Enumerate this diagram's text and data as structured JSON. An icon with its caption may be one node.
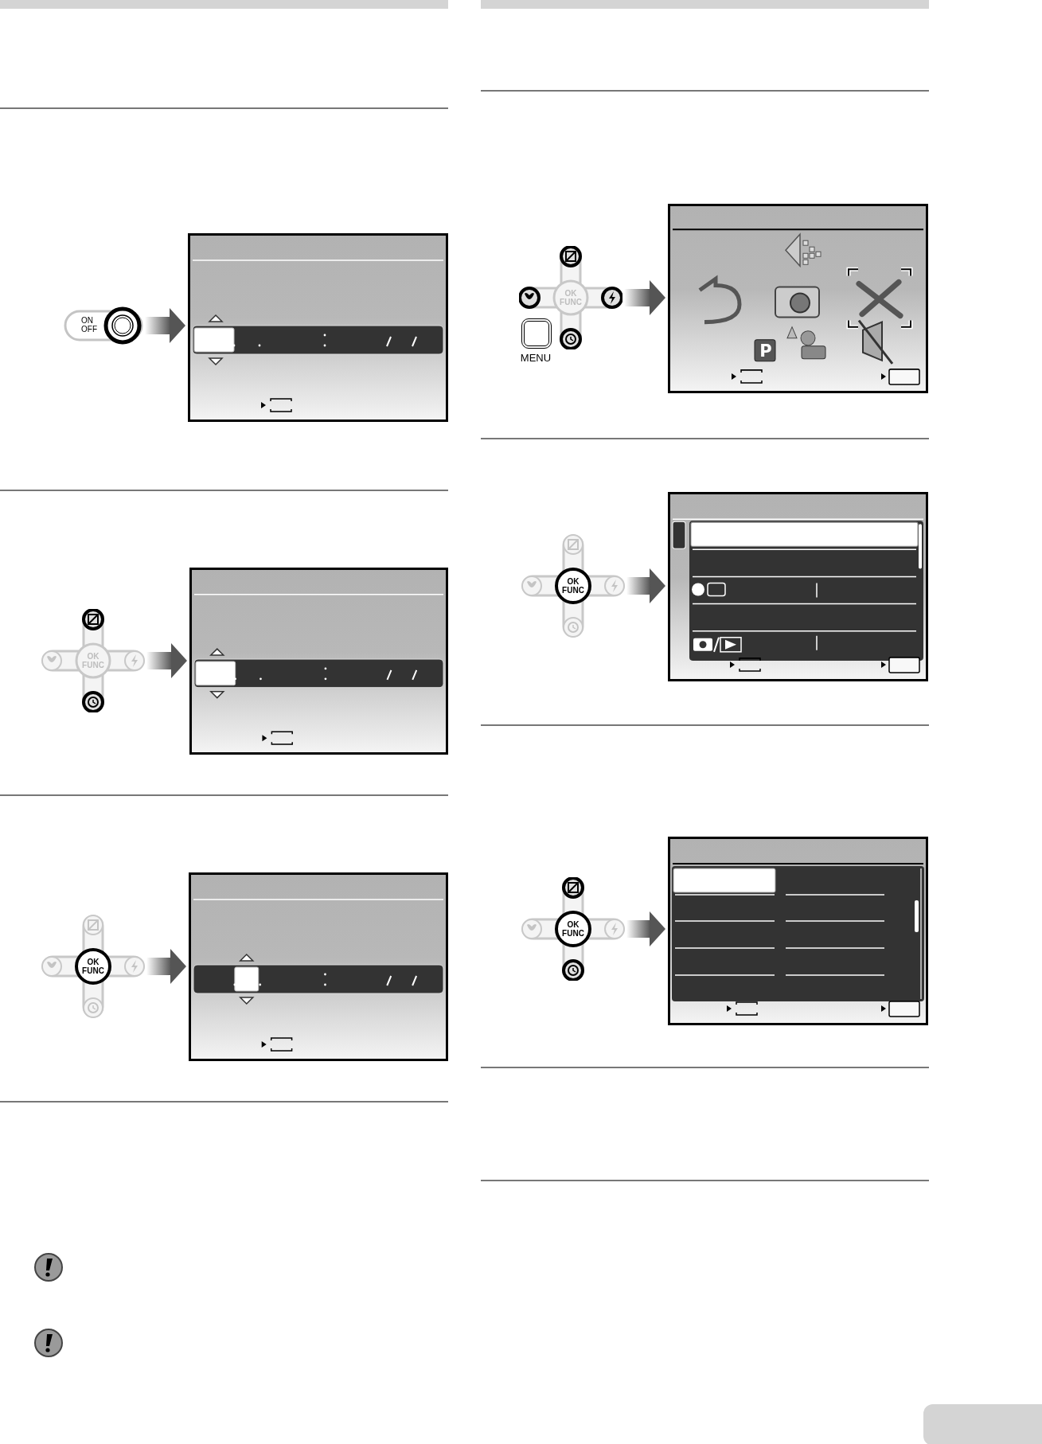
{
  "diagram": {
    "nodes": [
      {
        "text": [
          "ON OFF"
        ]
      },
      {
        "text": [],
        "shape": "box"
      },
      {
        "text": [
          "OK FUNC"
        ]
      },
      {
        "text": [],
        "shape": "box"
      },
      {
        "text": [
          "OK FUNC"
        ]
      },
      {
        "text": [],
        "shape": "box"
      },
      {
        "text": [
          "OK FUNC"
        ]
      },
      {
        "text": [
          "P"
        ]
      },
      {
        "text": [
          "OK FUNC"
        ]
      },
      {
        "text": [],
        "shape": "box"
      },
      {
        "text": [
          "OK FUNC"
        ]
      },
      {
        "text": [],
        "shape": "box"
      }
    ],
    "edges": [
      {
        "from": 0,
        "to": 1,
        "arrow": "to"
      },
      {
        "from": 2,
        "to": 3,
        "arrow": "to"
      },
      {
        "from": 4,
        "to": 5,
        "arrow": "to"
      },
      {
        "from": 6,
        "to": 7,
        "arrow": "to"
      },
      {
        "from": 8,
        "to": 9,
        "arrow": "to"
      },
      {
        "from": 10,
        "to": 11,
        "arrow": "to"
      }
    ],
    "labels": [
      "MENU"
    ]
  }
}
